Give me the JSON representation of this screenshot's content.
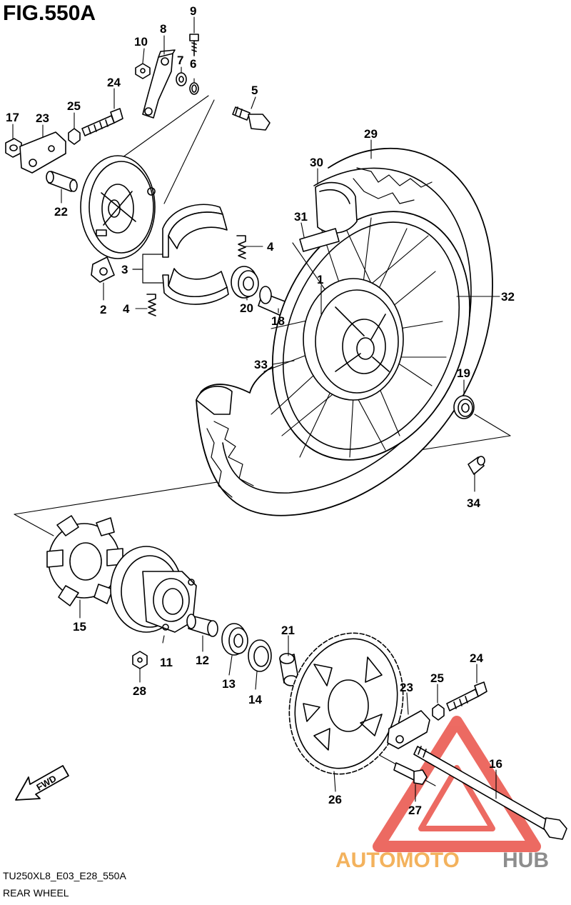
{
  "figure_title": "FIG.550A",
  "footer": {
    "code": "TU250XL8_E03_E28_550A",
    "name": "REAR WHEEL"
  },
  "fwd_label": "FWD",
  "watermark": {
    "auto": "AUTOMOTO",
    "hub": "HUB",
    "color_red": "#e8463c",
    "color_orange": "#f2a541",
    "color_gray": "#7a7a7a"
  },
  "part_labels": {
    "p1": "1",
    "p2": "2",
    "p3": "3",
    "p4a": "4",
    "p4b": "4",
    "p5": "5",
    "p6": "6",
    "p7": "7",
    "p8": "8",
    "p9": "9",
    "p10": "10",
    "p11": "11",
    "p12": "12",
    "p13": "13",
    "p14": "14",
    "p15": "15",
    "p16": "16",
    "p17": "17",
    "p18": "18",
    "p19": "19",
    "p20": "20",
    "p21": "21",
    "p22": "22",
    "p23a": "23",
    "p23b": "23",
    "p24a": "24",
    "p24b": "24",
    "p25a": "25",
    "p25b": "25",
    "p26": "26",
    "p27": "27",
    "p28": "28",
    "p29": "29",
    "p30": "30",
    "p31": "31",
    "p32": "32",
    "p33": "33",
    "p34": "34"
  }
}
